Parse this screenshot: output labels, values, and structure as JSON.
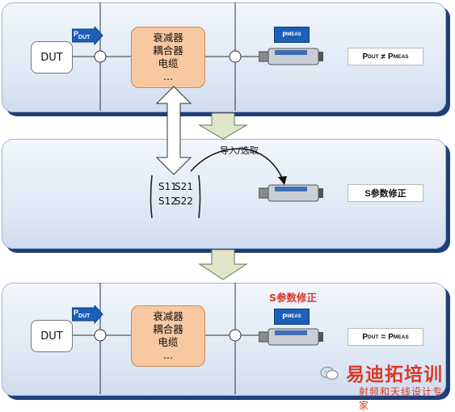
{
  "panel_top": {
    "dut_label": "DUT",
    "pdut_tag": {
      "main": "P",
      "sub": "DUT"
    },
    "attenuator_lines": [
      "衰减器",
      "耦合器",
      "电缆",
      "..."
    ],
    "pmeas_tag": {
      "main": "P",
      "sub": "MEAS"
    },
    "result": {
      "p1": "P",
      "s1": "DUT",
      "op": "≠",
      "p2": "P",
      "s2": "MEAS"
    }
  },
  "panel_middle": {
    "import_label": "导入/选取",
    "s_params": [
      "S11",
      "S21",
      "S12",
      "S22"
    ],
    "s_correction_label": "S参数修正"
  },
  "panel_bottom": {
    "s_correction_title": "S参数修正",
    "dut_label": "DUT",
    "pdut_tag": {
      "main": "P",
      "sub": "DUT"
    },
    "attenuator_lines": [
      "衰减器",
      "耦合器",
      "电缆",
      "..."
    ],
    "pmeas_tag": {
      "main": "P",
      "sub": "MEAS"
    },
    "result": {
      "p1": "P",
      "s1": "DUT",
      "op": "=",
      "p2": "P",
      "s2": "MEAS"
    }
  },
  "watermark": {
    "title": "易迪拓培训",
    "subtitle": "射频和天线设计专家"
  },
  "colors": {
    "accent_blue": "#1c5fb8",
    "frame_blue": "#1f3f7a",
    "orange_box": "#f8c8a0",
    "watermark_red": "#d83a2a"
  }
}
